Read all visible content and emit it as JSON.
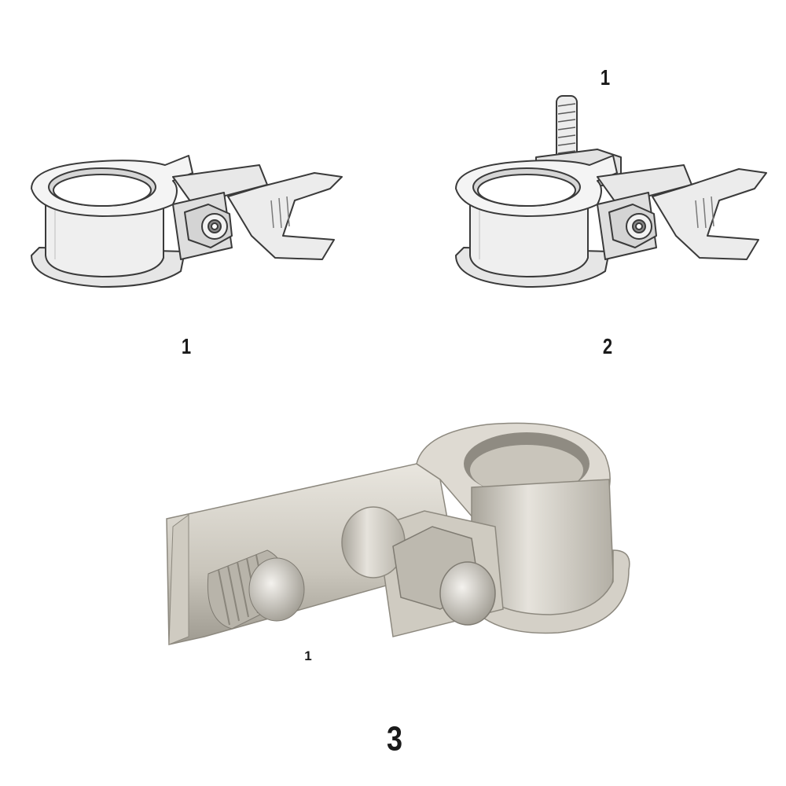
{
  "figures": [
    {
      "caption": "1"
    },
    {
      "caption": "2",
      "callout": "1"
    },
    {
      "caption": "3",
      "callout": "1"
    }
  ],
  "colors": {
    "outline": "#3a3a3a",
    "line_fill_light": "#f2f2f2",
    "line_fill_mid": "#dcdcdc",
    "line_fill_dark": "#bdbdbd",
    "photo_metal_light": "#e4e1da",
    "photo_metal_mid": "#bcb8ae",
    "photo_metal_dark": "#8d897f"
  },
  "icons": {
    "figure1": "battery-terminal-clamp-icon",
    "figure2": "battery-terminal-clamp-with-stud-icon",
    "figure3": "battery-terminal-clamp-photo-icon"
  }
}
